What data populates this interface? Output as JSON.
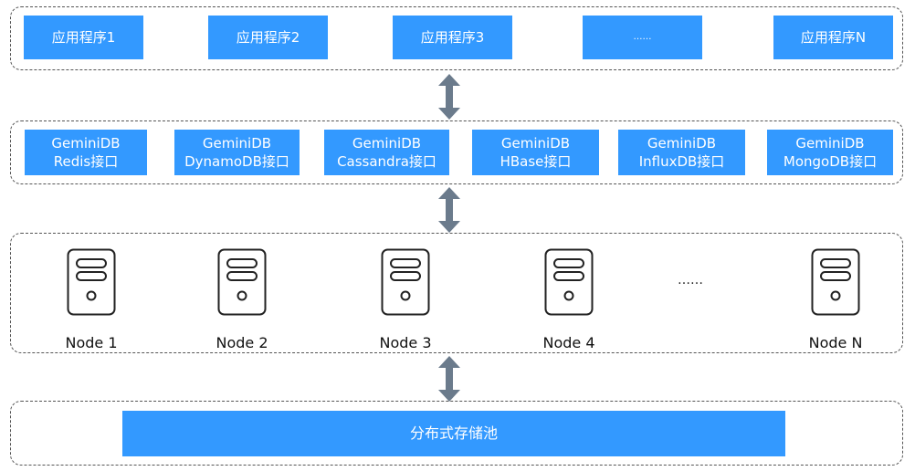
{
  "apps": [
    "应用程序1",
    "应用程序2",
    "应用程序3",
    "……",
    "应用程序N"
  ],
  "interfaces": [
    {
      "line1": "GeminiDB",
      "line2": "Redis接口"
    },
    {
      "line1": "GeminiDB",
      "line2": "DynamoDB接口"
    },
    {
      "line1": "GeminiDB",
      "line2": "Cassandra接口"
    },
    {
      "line1": "GeminiDB",
      "line2": "HBase接口"
    },
    {
      "line1": "GeminiDB",
      "line2": "InfluxDB接口"
    },
    {
      "line1": "GeminiDB",
      "line2": "MongoDB接口"
    }
  ],
  "nodes": [
    "Node 1",
    "Node 2",
    "Node 3",
    "Node 4",
    "Node N"
  ],
  "nodes_ellipsis": "……",
  "storage_label": "分布式存储池",
  "colors": {
    "box": "#3399ff",
    "arrow": "#6b7b8c",
    "border": "#555555"
  }
}
